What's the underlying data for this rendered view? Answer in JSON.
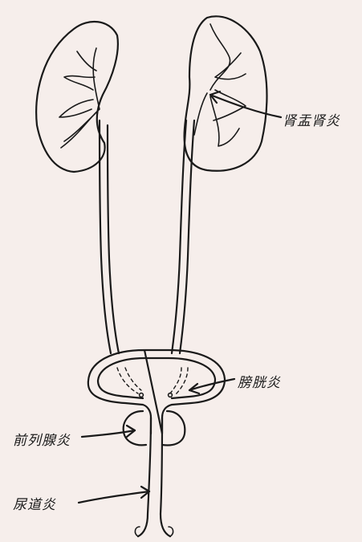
{
  "labels": {
    "pyelonephritis": "肾盂肾炎",
    "cystitis": "膀胱炎",
    "prostatitis": "前列腺炎",
    "urethritis": "尿道炎"
  },
  "colors": {
    "background": "#f6eeeb",
    "ink": "#1a1a1a"
  }
}
